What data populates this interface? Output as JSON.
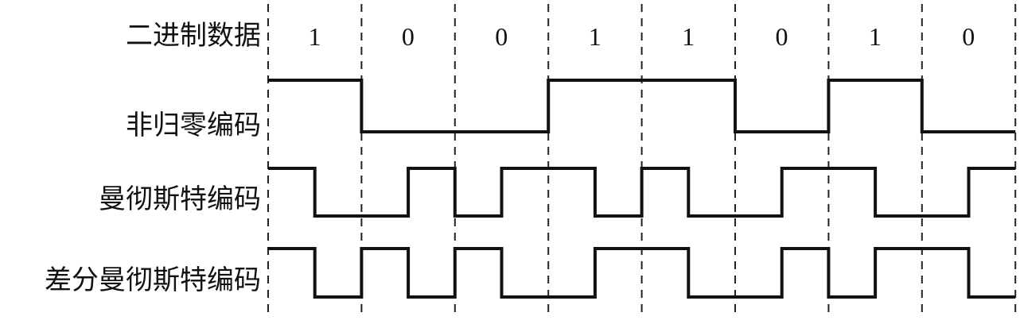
{
  "rows": {
    "binary": "二进制数据",
    "nrz": "非归零编码",
    "manchester": "曼彻斯特编码",
    "diff_manchester": "差分曼彻斯特编码"
  },
  "bits": [
    "1",
    "0",
    "0",
    "1",
    "1",
    "0",
    "1",
    "0"
  ],
  "signals": {
    "nrz": [
      1,
      0,
      0,
      1,
      1,
      0,
      1,
      0
    ],
    "manchester": [
      [
        1,
        0
      ],
      [
        0,
        1
      ],
      [
        0,
        1
      ],
      [
        1,
        0
      ],
      [
        1,
        0
      ],
      [
        0,
        1
      ],
      [
        1,
        0
      ],
      [
        0,
        1
      ]
    ],
    "diff_manchester": [
      [
        1,
        0
      ],
      [
        1,
        0
      ],
      [
        1,
        0
      ],
      [
        0,
        1
      ],
      [
        1,
        0
      ],
      [
        0,
        1
      ],
      [
        0,
        1
      ],
      [
        1,
        0
      ]
    ]
  }
}
